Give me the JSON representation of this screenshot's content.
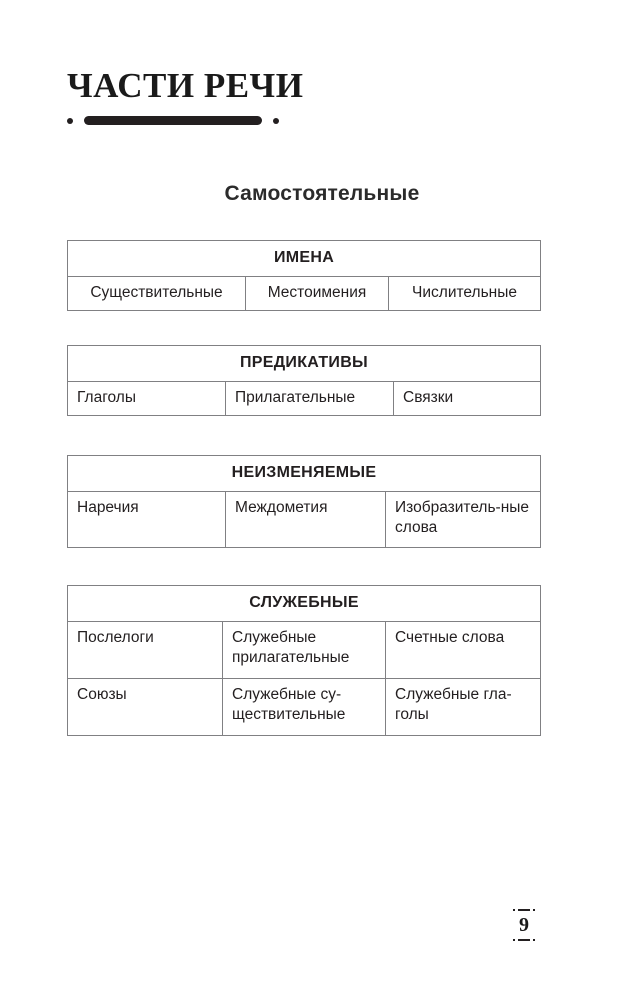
{
  "page": {
    "title": "ЧАСТИ РЕЧИ",
    "section_heading": "Самостоятельные",
    "page_number": "9",
    "ink_color": "#231f20",
    "rule_color": "#808083"
  },
  "tables": [
    {
      "id": "imena",
      "header": "ИМЕНА",
      "rows": [
        [
          "Существительные",
          "Местоимения",
          "Числительные"
        ]
      ]
    },
    {
      "id": "predikativy",
      "header": "ПРЕДИКАТИВЫ",
      "rows": [
        [
          "Глаголы",
          "Прилагательные",
          "Связки"
        ]
      ]
    },
    {
      "id": "neizm",
      "header": "НЕИЗМЕНЯЕМЫЕ",
      "rows": [
        [
          "Наречия",
          "Междометия",
          "Изобразитель-ные слова"
        ]
      ]
    },
    {
      "id": "sluzh",
      "header": "СЛУЖЕБНЫЕ",
      "rows": [
        [
          "Послелоги",
          "Служебные прилагательные",
          "Счетные слова"
        ],
        [
          "Союзы",
          "Служебные су-ществительные",
          "Служебные гла-голы"
        ]
      ]
    }
  ]
}
